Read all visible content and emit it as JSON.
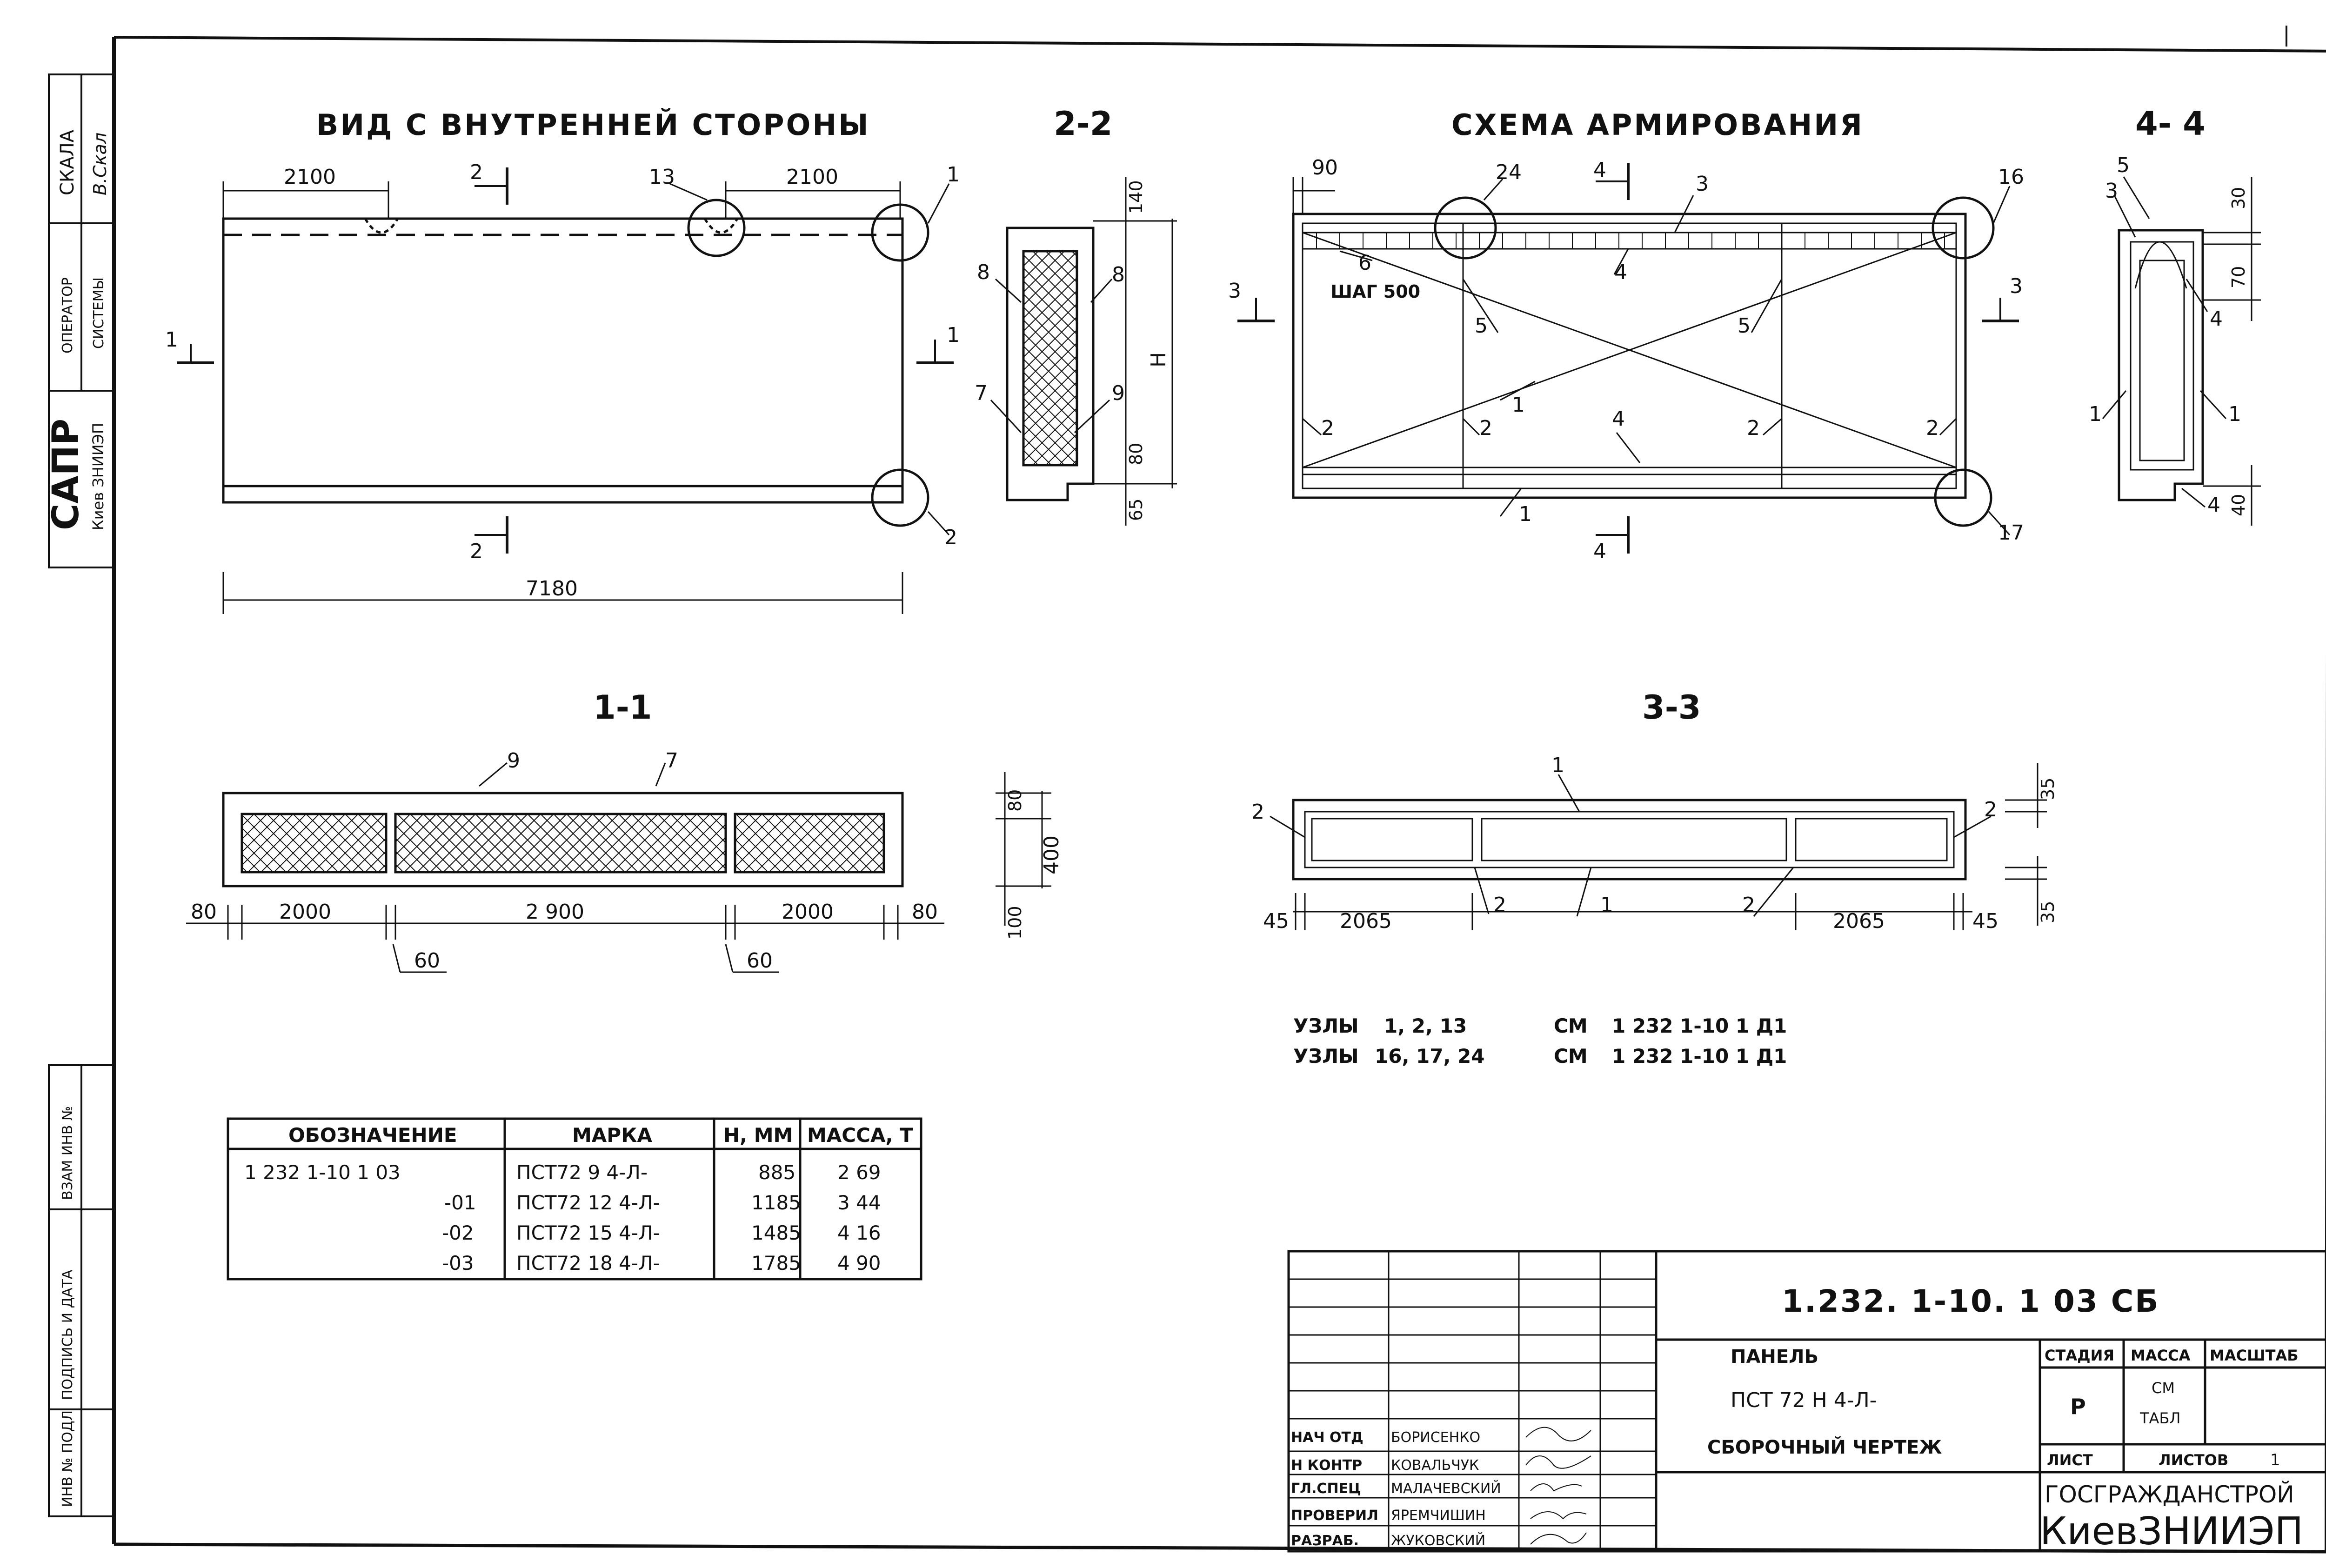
{
  "side_stamp": {
    "skala_label": "СКАЛА",
    "skala_sign": "В.Скал",
    "operator_label": "ОПЕРАТОР",
    "systems_label": "СИСТЕМЫ",
    "sapr": "САПР",
    "kiev_zniiep": "Киев ЗНИИЭП",
    "vzam_inv": "ВЗАМ ИНВ №",
    "podpis_data": "ПОДПИСЬ И ДАТА",
    "inv_podl": "ИНВ № ПОДЛ"
  },
  "views": {
    "inner_view_title": "ВИД С ВНУТРЕННЕЙ СТОРОНЫ",
    "section_2_2": "2-2",
    "reinforcement_title": "СХЕМА АРМИРОВАНИЯ",
    "section_4_4": "4- 4",
    "section_1_1": "1-1",
    "section_3_3": "3-3"
  },
  "inner_view": {
    "dim_left": "2100",
    "dim_right": "2100",
    "dim_total": "7180",
    "node_1": "1",
    "node_2": "2",
    "node_13": "13",
    "cut_1": "1",
    "cut_2": "2"
  },
  "section_2_2_dims": {
    "d140": "140",
    "h": "Н",
    "d80": "80",
    "d65": "65",
    "pos_8a": "8",
    "pos_8b": "8",
    "pos_7": "7",
    "pos_9": "9"
  },
  "reinforcement": {
    "d90": "90",
    "node_24": "24",
    "node_16": "16",
    "node_17": "17",
    "pos_3": "3",
    "pos_4a": "4",
    "pos_4b": "4",
    "pos_6": "6",
    "step": "ШАГ 500",
    "pos_5a": "5",
    "pos_5b": "5",
    "pos_1a": "1",
    "pos_1b": "1",
    "pos_2a": "2",
    "pos_2b": "2",
    "pos_2c": "2",
    "pos_2d": "2",
    "cut_3": "3",
    "cut_4": "4"
  },
  "section_4_4_dims": {
    "d30": "30",
    "d70": "70",
    "d40": "40",
    "pos_5": "5",
    "pos_3": "3",
    "pos_4a": "4",
    "pos_4b": "4",
    "pos_1a": "1",
    "pos_1b": "1"
  },
  "section_1_1_dims": {
    "pos_9": "9",
    "pos_7": "7",
    "d80l": "80",
    "d2000a": "2000",
    "d2900": "2 900",
    "d2000b": "2000",
    "d80r": "80",
    "d60a": "60",
    "d60b": "60",
    "v80": "80",
    "v400": "400",
    "v100": "100"
  },
  "section_3_3_dims": {
    "pos_1a": "1",
    "pos_1b": "1",
    "pos_2a": "2",
    "pos_2b": "2",
    "pos_2c": "2",
    "pos_2d": "2",
    "d45l": "45",
    "d2065a": "2065",
    "d2065b": "2065",
    "d45r": "45",
    "v35a": "35",
    "v35b": "35"
  },
  "nodes_notes": [
    {
      "label": "УЗЛЫ",
      "list": "1,  2,  13",
      "see": "СМ",
      "ref": "1 232 1-10 1 Д1"
    },
    {
      "label": "УЗЛЫ",
      "list": "16,  17,  24",
      "see": "СМ",
      "ref": "1 232 1-10 1 Д1"
    }
  ],
  "spec_table": {
    "headers": [
      "ОБОЗНАЧЕНИЕ",
      "МАРКА",
      "Н, ММ",
      "МАССА, Т"
    ],
    "rows": [
      [
        "1 232  1-10  1 03",
        "ПСТ72  9  4-Л-",
        "885",
        "2 69"
      ],
      [
        "-01",
        "ПСТ72  12  4-Л-",
        "1185",
        "3 44"
      ],
      [
        "-02",
        "ПСТ72  15  4-Л-",
        "1485",
        "4 16"
      ],
      [
        "-03",
        "ПСТ72  18  4-Л-",
        "1785",
        "4 90"
      ]
    ]
  },
  "title_block": {
    "code": "1.232. 1-10. 1  03 СБ",
    "name1": "ПАНЕЛЬ",
    "name2": "ПСТ 72  Н  4-Л-",
    "name3": "СБОРОЧНЫЙ  ЧЕРТЕЖ",
    "stage_h": "СТАДИЯ",
    "mass_h": "МАССА",
    "scale_h": "МАСШТАБ",
    "stage_v": "Р",
    "mass_v1": "СМ",
    "mass_v2": "ТАБЛ",
    "sheet_h": "ЛИСТ",
    "sheets_h": "ЛИСТОВ",
    "sheets_v": "1",
    "org1": "ГОСГРАЖДАНСТРОЙ",
    "org2": "КиевЗНИИЭП",
    "signers": [
      {
        "role": "НАЧ ОТД",
        "name": "БОРИСЕНКО"
      },
      {
        "role": "Н КОНТР",
        "name": "КОВАЛЬЧУК"
      },
      {
        "role": "ГЛ.СПЕЦ",
        "name": "МАЛАЧЕВСКИЙ"
      },
      {
        "role": "ПРОВЕРИЛ",
        "name": "ЯРЕМЧИШИН"
      },
      {
        "role": "РАЗРАБ.",
        "name": "ЖУКОВСКИЙ"
      }
    ]
  }
}
